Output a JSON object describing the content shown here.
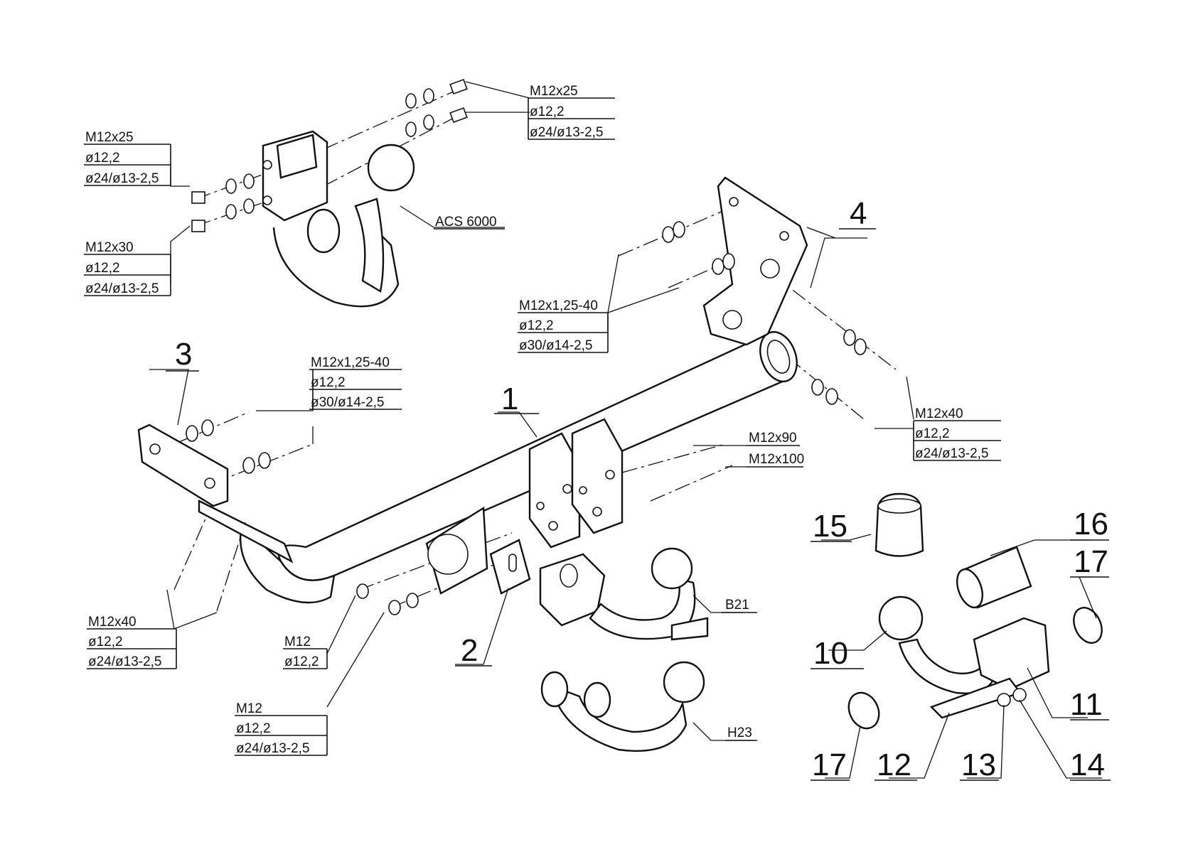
{
  "callouts": {
    "c_top_left": [
      "M12x25",
      "ø12,2",
      "ø24/ø13-2,5"
    ],
    "c_left_m12x30": [
      "M12x30",
      "ø12,2",
      "ø24/ø13-2,5"
    ],
    "c_top_right": [
      "M12x25",
      "ø12,2",
      "ø24/ø13-2,5"
    ],
    "c_mid_bracket": [
      "M12x1,25-40",
      "ø12,2",
      "ø30/ø14-2,5"
    ],
    "c_left_bracket": [
      "M12x1,25-40",
      "ø12,2",
      "ø30/ø14-2,5"
    ],
    "c_right_m12x40": [
      "M12x40",
      "ø12,2",
      "ø24/ø13-2,5"
    ],
    "c_bottom_m12x40": [
      "M12x40",
      "ø12,2",
      "ø24/ø13-2,5"
    ],
    "c_nut_m12": [
      "M12",
      "ø12,2"
    ],
    "c_nut_m12_washer": [
      "M12",
      "ø12,2",
      "ø24/ø13-2,5"
    ]
  },
  "single_labels": {
    "acs": "ACS 6000",
    "m12x90": "M12x90",
    "m12x100": "M12x100",
    "b21": "B21",
    "h23": "H23"
  },
  "part_numbers": {
    "p1": "1",
    "p2": "2",
    "p3": "3",
    "p4": "4",
    "p10": "10",
    "p11": "11",
    "p12": "12",
    "p13": "13",
    "p14": "14",
    "p15": "15",
    "p16": "16",
    "p17a": "17",
    "p17b": "17"
  }
}
